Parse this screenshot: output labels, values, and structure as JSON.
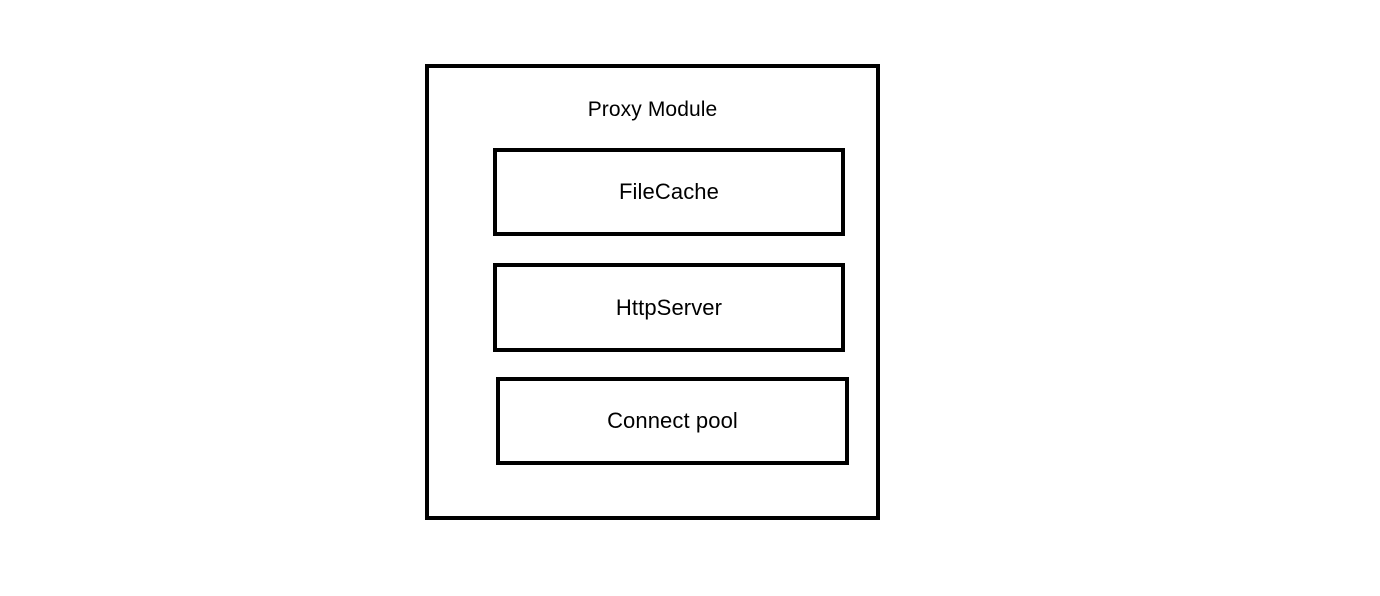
{
  "diagram": {
    "background_color": "#ffffff",
    "stroke_color": "#000000",
    "text_color": "#000000",
    "module": {
      "title": "Proxy Module",
      "components": [
        {
          "label": "FileCache"
        },
        {
          "label": "HttpServer"
        },
        {
          "label": "Connect pool"
        }
      ]
    }
  }
}
